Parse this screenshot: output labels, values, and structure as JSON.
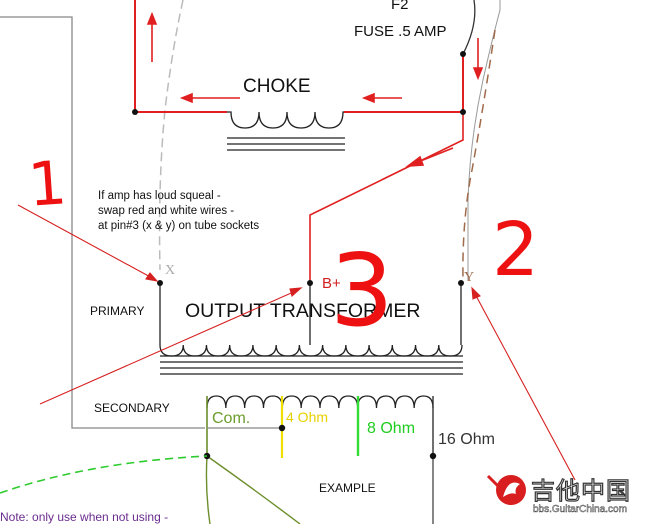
{
  "labels": {
    "fuse_ref": "F2",
    "fuse_desc": "FUSE .5 AMP",
    "choke": "CHOKE",
    "note_line1": "If amp has loud squeal -",
    "note_line2": "swap red and white wires -",
    "note_line3": "at pin#3 (x & y) on tube sockets",
    "pin_x": "X",
    "pin_b": "B+",
    "pin_y": "Y",
    "primary": "PRIMARY",
    "output_transformer": "OUTPUT TRANSFORMER",
    "secondary": "SECONDARY",
    "tap_com": "Com.",
    "tap_4": "4 Ohm",
    "tap_8": "8 Ohm",
    "tap_16": "16 Ohm",
    "example": "EXAMPLE",
    "bottom_note": "Note: only use when not using -"
  },
  "annotations": {
    "num_1": "1",
    "num_2": "2",
    "num_3": "3"
  },
  "watermark": {
    "cn": "吉他中国",
    "url": "bbs.GuitarChina.com"
  },
  "colors": {
    "red_wire": "#e02020",
    "annotation_red": "#ee1111",
    "brown_wire": "#a06a4a",
    "gray_wire": "#bbbbbb",
    "green_wire": "#2ecc2e",
    "yellow_wire": "#f0e000",
    "olive_wire": "#6c8e2c",
    "note_purple": "#6a2c8e",
    "coil": "#222222"
  }
}
